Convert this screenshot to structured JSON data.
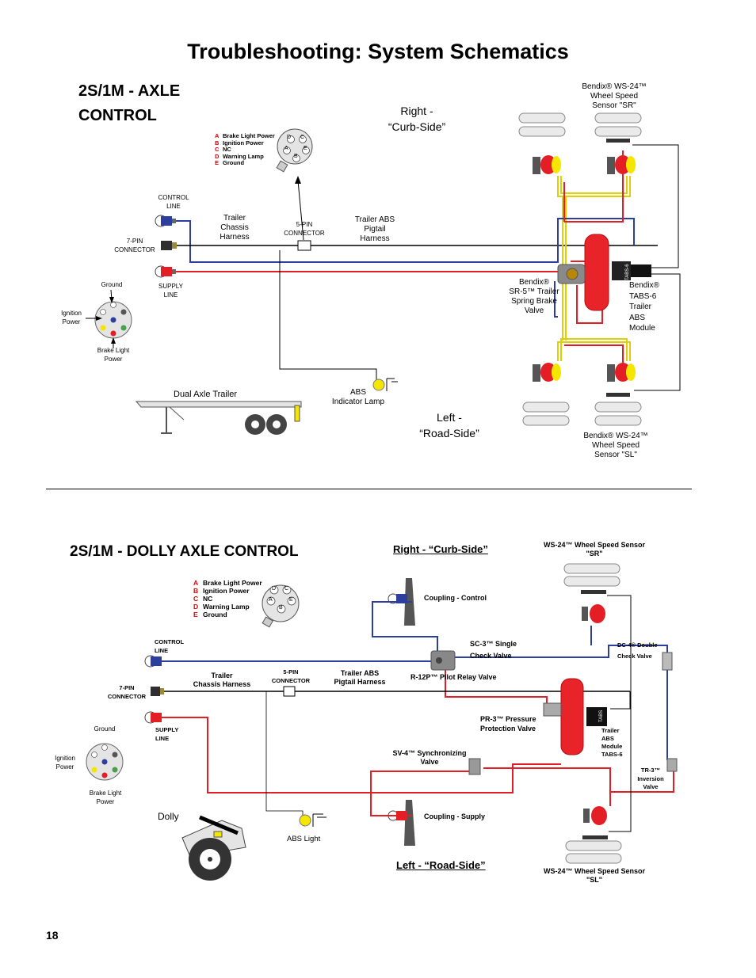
{
  "page": {
    "title": "Troubleshooting: System Schematics",
    "page_number": "18"
  },
  "top": {
    "heading_line1": "2S/1M - AXLE",
    "heading_line2": "CONTROL",
    "legend": [
      {
        "key": "A",
        "text": "Brake Light Power"
      },
      {
        "key": "B",
        "text": "Ignition Power"
      },
      {
        "key": "C",
        "text": "NC"
      },
      {
        "key": "D",
        "text": "Warning Lamp"
      },
      {
        "key": "E",
        "text": "Ground"
      }
    ],
    "plug_letters": [
      "D",
      "C",
      "A",
      "E",
      "B"
    ],
    "control_line": "CONTROL LINE",
    "seven_pin": "7-PIN CONNECTOR",
    "supply_line": "SUPPLY LINE",
    "ground": "Ground",
    "ignition_power": "Ignition Power",
    "brake_light_power": "Brake Light Power",
    "trailer_chassis_harness": "Trailer Chassis Harness",
    "five_pin": "5-PIN CONNECTOR",
    "pigtail": "Trailer ABS Pigtail Harness",
    "right_side": "Right -",
    "right_side2": "“Curb-Side”",
    "left_side": "Left -",
    "left_side2": "“Road-Side”",
    "sensor_sr_1": "Bendix® WS-24™",
    "sensor_sr_2": "Wheel Speed",
    "sensor_sr_3": "Sensor \"SR\"",
    "sensor_sl_1": "Bendix® WS-24™",
    "sensor_sl_2": "Wheel Speed",
    "sensor_sl_3": "Sensor \"SL\"",
    "sr5_1": "Bendix®",
    "sr5_2": "SR-5™ Trailer",
    "sr5_3": "Spring Brake",
    "sr5_4": "Valve",
    "tabs_1": "Bendix®",
    "tabs_2": "TABS-6",
    "tabs_3": "Trailer",
    "tabs_4": "ABS",
    "tabs_5": "Module",
    "tabs_label": "TABS-6",
    "abs_lamp_1": "ABS",
    "abs_lamp_2": "Indicator Lamp",
    "trailer": "Dual Axle Trailer"
  },
  "bottom": {
    "heading": "2S/1M - DOLLY AXLE CONTROL",
    "legend": [
      {
        "key": "A",
        "text": "Brake Light Power"
      },
      {
        "key": "B",
        "text": "Ignition Power"
      },
      {
        "key": "C",
        "text": "NC"
      },
      {
        "key": "D",
        "text": "Warning Lamp"
      },
      {
        "key": "E",
        "text": "Ground"
      }
    ],
    "plug_letters": [
      "D",
      "C",
      "A",
      "E",
      "B"
    ],
    "right_side": "Right - “Curb-Side”",
    "left_side": "Left - “Road-Side”",
    "sensor_sr_1": "WS-24™ Wheel Speed Sensor",
    "sensor_sr_2": "\"SR\"",
    "sensor_sl_1": "WS-24™ Wheel Speed Sensor",
    "sensor_sl_2": "\"SL\"",
    "coupling_control": "Coupling - Control",
    "coupling_supply": "Coupling - Supply",
    "sc3_1": "SC-3™ Single",
    "sc3_2": "Check Valve",
    "dc4_1": "DC-4® Double",
    "dc4_2": "Check Valve",
    "control_line_1": "CONTROL",
    "control_line_2": "LINE",
    "trailer_chassis_1": "Trailer",
    "trailer_chassis_2": "Chassis Harness",
    "five_pin_1": "5-PIN",
    "five_pin_2": "CONNECTOR",
    "pigtail_1": "Trailer ABS",
    "pigtail_2": "Pigtail Harness",
    "r12p": "R-12P™ Pilot Relay Valve",
    "seven_pin_1": "7-PIN",
    "seven_pin_2": "CONNECTOR",
    "ground": "Ground",
    "supply_1": "SUPPLY",
    "supply_2": "LINE",
    "pr3_1": "PR-3™ Pressure",
    "pr3_2": "Protection Valve",
    "tabs_1": "Trailer",
    "tabs_2": "ABS",
    "tabs_3": "Module",
    "tabs_4": "TABS-6",
    "tabs_label": "TABS",
    "ignition_1": "Ignition",
    "ignition_2": "Power",
    "sv4_1": "SV-4™ Synchronizing",
    "sv4_2": "Valve",
    "tr3_1": "TR-3™",
    "tr3_2": "Inversion",
    "tr3_3": "Valve",
    "brake_light_1": "Brake Light",
    "brake_light_2": "Power",
    "dolly": "Dolly",
    "abs_light": "ABS Light"
  },
  "colors": {
    "blue": "#2c3f9e",
    "red": "#e31e24",
    "yellow": "#f5e600",
    "tank": "#e8232a"
  }
}
